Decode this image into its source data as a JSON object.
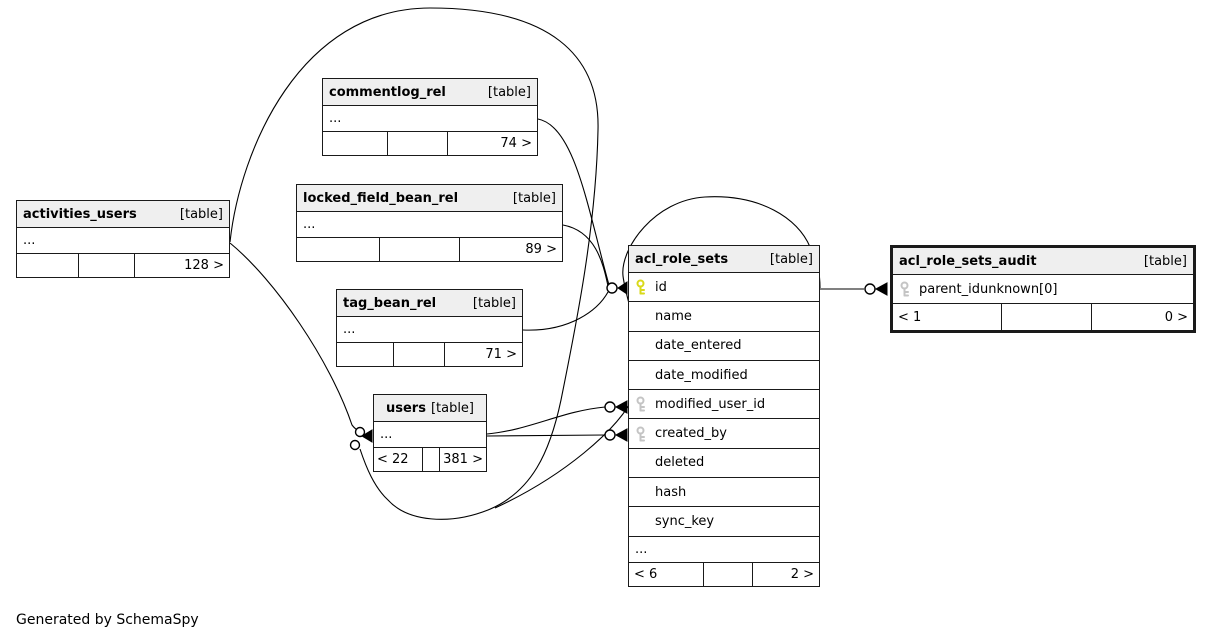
{
  "footer": {
    "text": "Generated by SchemaSpy"
  },
  "colors": {
    "header_bg": "#efefef",
    "border": "#1a1a1a",
    "pk_key": "#d9d919",
    "fk_key": "#c4c4c4"
  },
  "tables": {
    "activities_users": {
      "title": "activities_users",
      "type_label": "[table]",
      "ellipsis": "...",
      "footer": {
        "left": "",
        "mid": "",
        "right": "128 >"
      }
    },
    "commentlog_rel": {
      "title": "commentlog_rel",
      "type_label": "[table]",
      "ellipsis": "...",
      "footer": {
        "left": "",
        "mid": "",
        "right": "74 >"
      }
    },
    "locked_field_bean_rel": {
      "title": "locked_field_bean_rel",
      "type_label": "[table]",
      "ellipsis": "...",
      "footer": {
        "left": "",
        "mid": "",
        "right": "89 >"
      }
    },
    "tag_bean_rel": {
      "title": "tag_bean_rel",
      "type_label": "[table]",
      "ellipsis": "...",
      "footer": {
        "left": "",
        "mid": "",
        "right": "71 >"
      }
    },
    "users": {
      "title": "users",
      "type_label": "[table]",
      "ellipsis": "...",
      "footer": {
        "left": "< 22",
        "mid": "",
        "right": "381 >"
      }
    },
    "acl_role_sets": {
      "title": "acl_role_sets",
      "type_label": "[table]",
      "columns": [
        {
          "name": "id",
          "key": "primary"
        },
        {
          "name": "name",
          "key": "none"
        },
        {
          "name": "date_entered",
          "key": "none"
        },
        {
          "name": "date_modified",
          "key": "none"
        },
        {
          "name": "modified_user_id",
          "key": "foreign"
        },
        {
          "name": "created_by",
          "key": "foreign"
        },
        {
          "name": "deleted",
          "key": "none"
        },
        {
          "name": "hash",
          "key": "none"
        },
        {
          "name": "sync_key",
          "key": "none"
        }
      ],
      "ellipsis": "...",
      "footer": {
        "left": "< 6",
        "mid": "",
        "right": "2 >"
      }
    },
    "acl_role_sets_audit": {
      "title": "acl_role_sets_audit",
      "type_label": "[table]",
      "columns": [
        {
          "name": "parent_id",
          "key": "foreign",
          "extra": "unknown[0]"
        }
      ],
      "footer": {
        "left": "< 1",
        "mid": "",
        "right": "0 >"
      }
    }
  }
}
